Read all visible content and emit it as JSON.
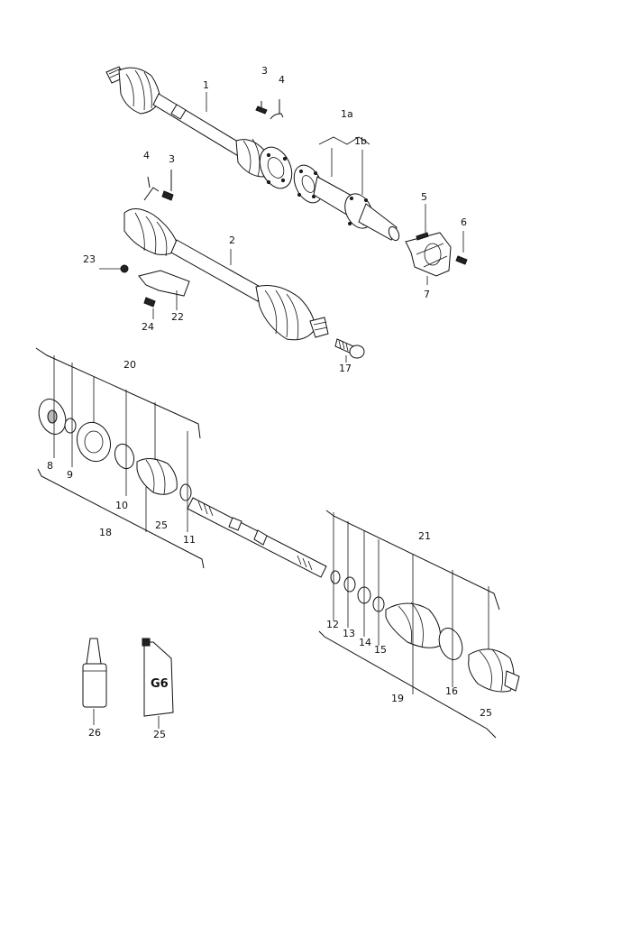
{
  "callouts": {
    "c1": "1",
    "c1a": "1a",
    "c1b": "1b",
    "c2": "2",
    "c3a": "3",
    "c3b": "3",
    "c4a": "4",
    "c4b": "4",
    "c5": "5",
    "c6": "6",
    "c7": "7",
    "c8": "8",
    "c9": "9",
    "c10": "10",
    "c11": "11",
    "c12": "12",
    "c13": "13",
    "c14": "14",
    "c15": "15",
    "c16": "16",
    "c17": "17",
    "c18": "18",
    "c19": "19",
    "c20": "20",
    "c21": "21",
    "c22": "22",
    "c23": "23",
    "c24": "24",
    "c25a": "25",
    "c25b": "25",
    "c25c": "25",
    "c26": "26"
  },
  "tube_label": "G6"
}
